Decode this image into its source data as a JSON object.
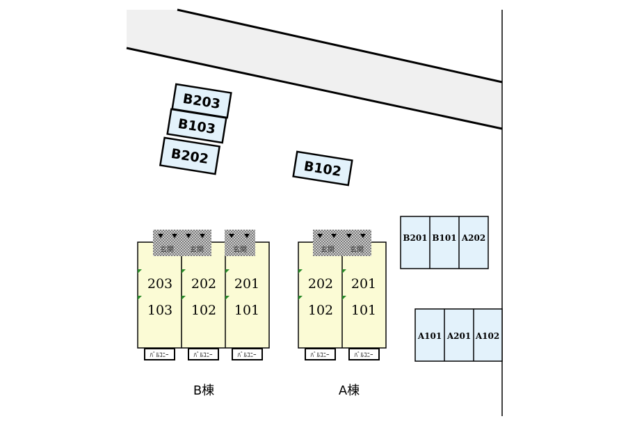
{
  "colors": {
    "road": "#f0f0f0",
    "parking": "#e3f2fb",
    "building": "#fbfbd5",
    "hatch": "#9a9a9a",
    "accent_green": "#2a8a2a"
  },
  "parking_angled": [
    "B203",
    "B103",
    "B202",
    "B102"
  ],
  "parking_row_top": [
    "B201",
    "B101",
    "A202"
  ],
  "parking_row_bottom": [
    "A101",
    "A201",
    "A102"
  ],
  "building_b": {
    "name": "B棟",
    "units_upper": [
      "203",
      "202",
      "201"
    ],
    "units_lower": [
      "103",
      "102",
      "101"
    ],
    "entrance_label": "玄関",
    "balcony_label": "ﾊﾞﾙｺﾆｰ"
  },
  "building_a": {
    "name": "A棟",
    "units_upper": [
      "202",
      "201"
    ],
    "units_lower": [
      "102",
      "101"
    ],
    "entrance_label": "玄関",
    "balcony_label": "ﾊﾞﾙｺﾆｰ"
  },
  "icons": [
    "entrance-arrow-icon"
  ]
}
